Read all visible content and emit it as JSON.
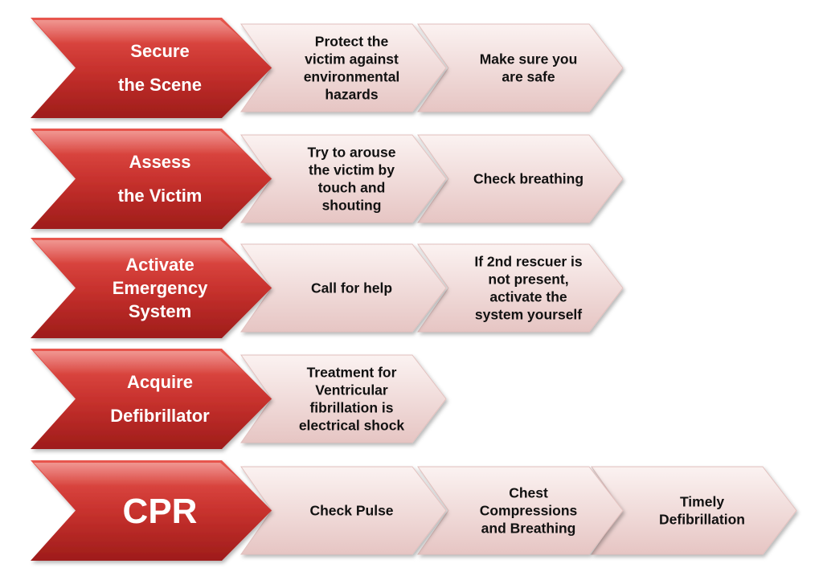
{
  "colors": {
    "primary_light": "#e8564e",
    "primary_mid": "#c8322e",
    "primary_dark": "#9e1c1a",
    "primary_text": "#ffffff",
    "secondary_light": "#fbf2f1",
    "secondary_dark": "#e6c5c3",
    "secondary_border": "#e2c0be",
    "secondary_text": "#111111"
  },
  "steps": [
    {
      "title": [
        "Secure",
        "the Scene"
      ],
      "details": [
        [
          "Protect the",
          "victim against",
          "environmental",
          "hazards"
        ],
        [
          "Make sure you",
          "are safe"
        ]
      ]
    },
    {
      "title": [
        "Assess",
        "the Victim"
      ],
      "details": [
        [
          "Try to arouse",
          "the victim by",
          "touch and",
          "shouting"
        ],
        [
          "Check breathing"
        ]
      ]
    },
    {
      "title": [
        "Activate",
        "Emergency",
        "System"
      ],
      "details": [
        [
          "Call for help"
        ],
        [
          "If 2nd rescuer is",
          "not present,",
          "activate the",
          "system yourself"
        ]
      ]
    },
    {
      "title": [
        "Acquire",
        "Defibrillator"
      ],
      "details": [
        [
          "Treatment for",
          "Ventricular",
          "fibrillation is",
          "electrical shock"
        ]
      ]
    },
    {
      "title": [
        "CPR"
      ],
      "details": [
        [
          "Check Pulse"
        ],
        [
          "Chest",
          "Compressions",
          "and Breathing"
        ],
        [
          "Timely",
          "Defibrillation"
        ]
      ]
    }
  ]
}
